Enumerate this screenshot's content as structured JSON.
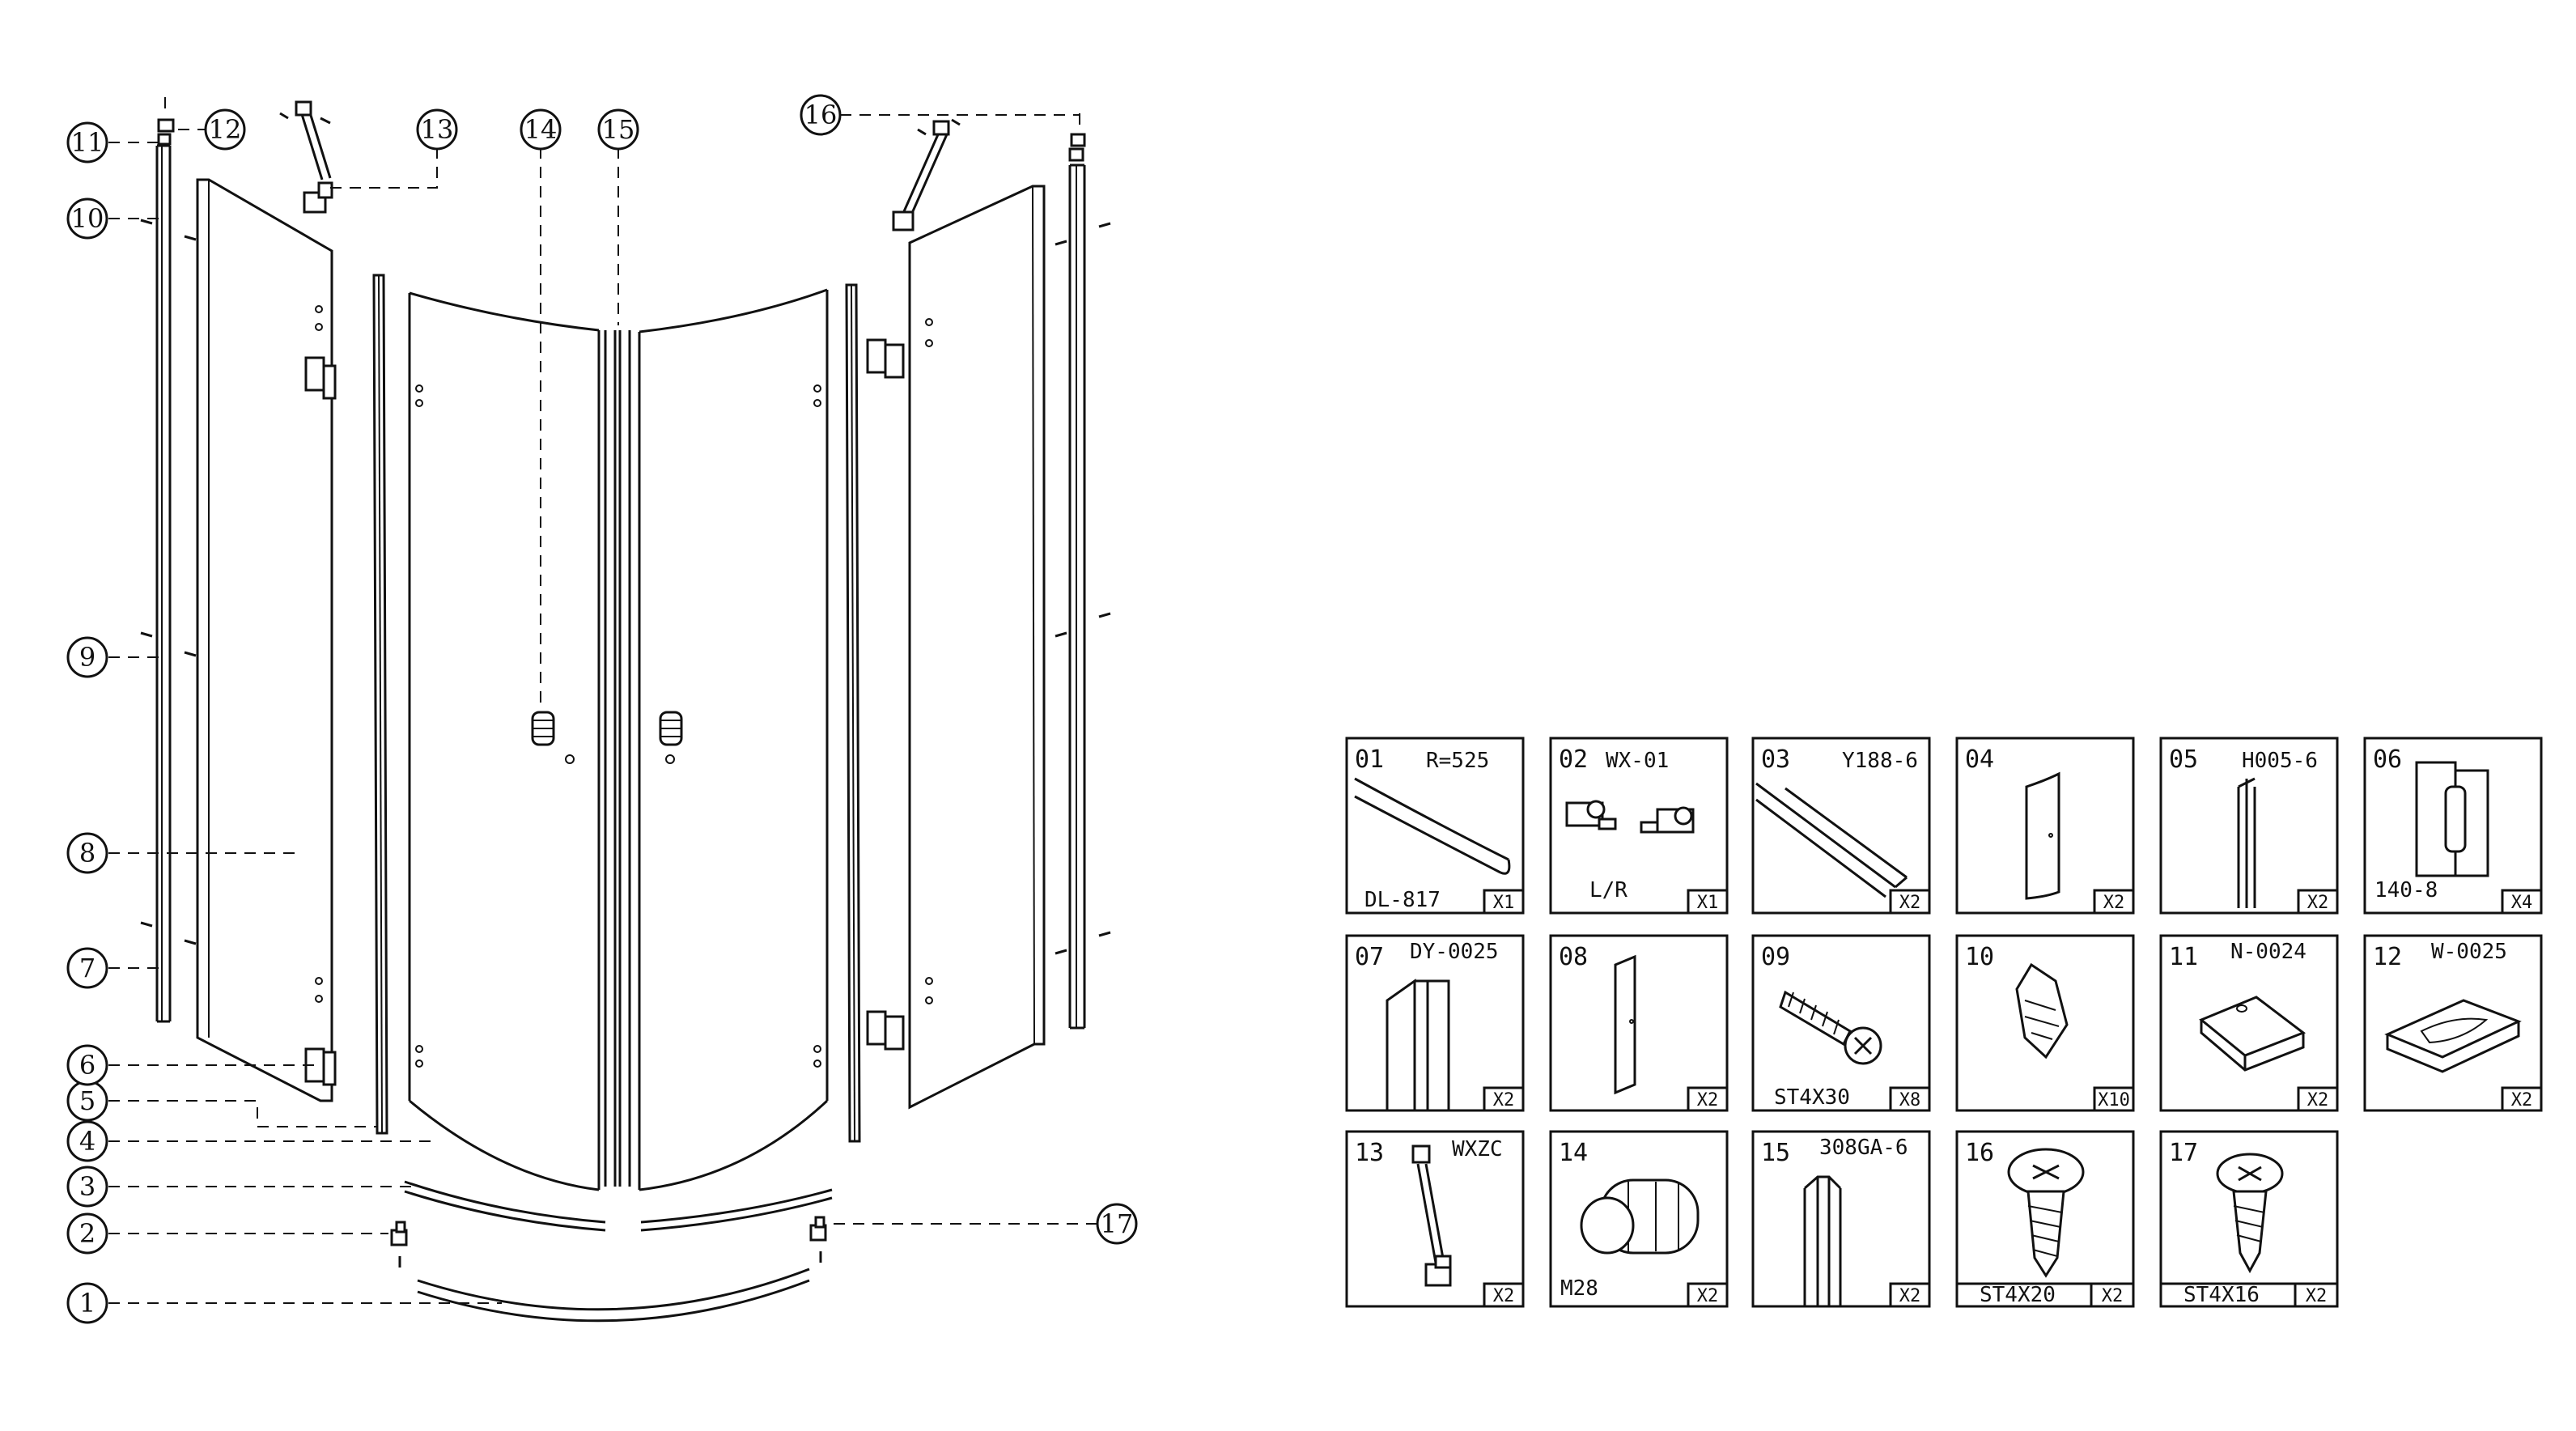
{
  "diagram": {
    "callouts": [
      "1",
      "2",
      "3",
      "4",
      "5",
      "6",
      "7",
      "8",
      "9",
      "10",
      "11",
      "12",
      "13",
      "14",
      "15",
      "16",
      "17"
    ],
    "parts": [
      {
        "num": "01",
        "code": "R=525",
        "sub": "DL-817",
        "qty": "X1",
        "icon": "curved-rail-icon"
      },
      {
        "num": "02",
        "code": "WX-01",
        "sub": "L/R",
        "qty": "X1",
        "icon": "roller-pair-icon"
      },
      {
        "num": "03",
        "code": "Y188-6",
        "sub": "",
        "qty": "X2",
        "icon": "seal-strip-icon"
      },
      {
        "num": "04",
        "code": "",
        "sub": "",
        "qty": "X2",
        "icon": "curved-glass-icon"
      },
      {
        "num": "05",
        "code": "H005-6",
        "sub": "",
        "qty": "X2",
        "icon": "h-profile-icon"
      },
      {
        "num": "06",
        "code": "",
        "sub": "140-8",
        "qty": "X4",
        "icon": "hinge-icon"
      },
      {
        "num": "07",
        "code": "DY-0025",
        "sub": "",
        "qty": "X2",
        "icon": "wall-profile-icon"
      },
      {
        "num": "08",
        "code": "",
        "sub": "",
        "qty": "X2",
        "icon": "flat-glass-icon"
      },
      {
        "num": "09",
        "code": "",
        "sub": "ST4X30",
        "qty": "X8",
        "icon": "screw-icon"
      },
      {
        "num": "10",
        "code": "",
        "sub": "",
        "qty": "X10",
        "icon": "wall-plug-icon"
      },
      {
        "num": "11",
        "code": "N-0024",
        "sub": "",
        "qty": "X2",
        "icon": "end-cap-icon"
      },
      {
        "num": "12",
        "code": "W-0025",
        "sub": "",
        "qty": "X2",
        "icon": "top-cap-icon"
      },
      {
        "num": "13",
        "code": "WXZC",
        "sub": "",
        "qty": "X2",
        "icon": "support-bar-icon"
      },
      {
        "num": "14",
        "code": "",
        "sub": "M28",
        "qty": "X2",
        "icon": "knob-icon"
      },
      {
        "num": "15",
        "code": "308GA-6",
        "sub": "",
        "qty": "X2",
        "icon": "magnetic-seal-icon"
      },
      {
        "num": "16",
        "code": "",
        "sub": "ST4X20",
        "qty": "X2",
        "icon": "screw-long-icon"
      },
      {
        "num": "17",
        "code": "",
        "sub": "ST4X16",
        "qty": "X2",
        "icon": "screw-short-icon"
      }
    ]
  }
}
